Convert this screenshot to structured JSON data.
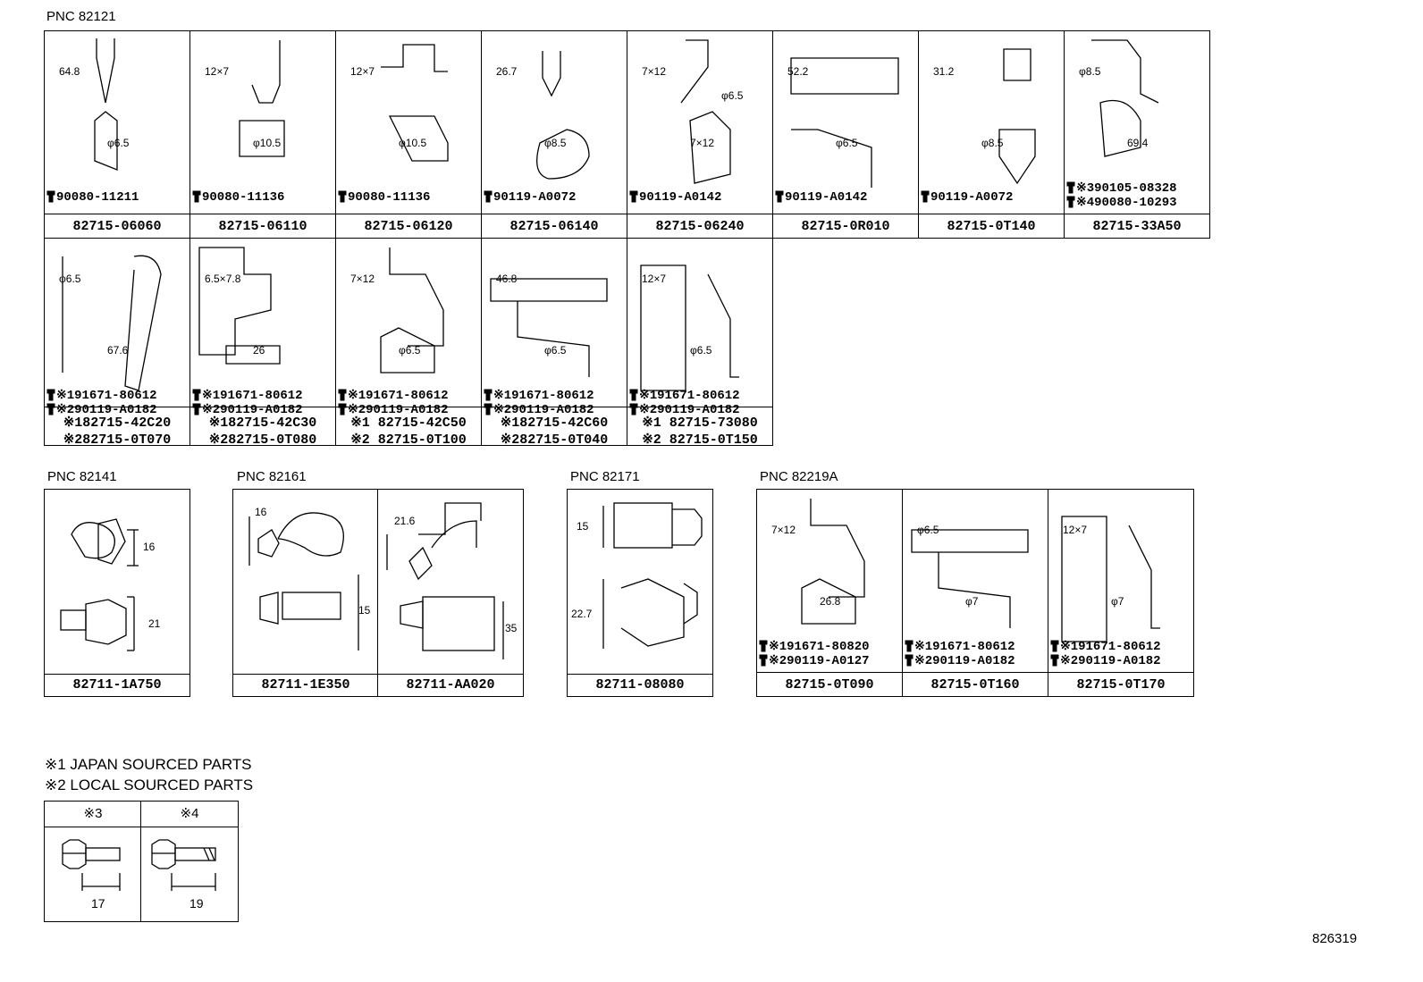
{
  "groups": {
    "pnc_82121": {
      "label": "PNC 82121",
      "row1": [
        {
          "part": "82715-06060",
          "bolt": "90080-11211",
          "dims": [
            "64.8",
            "φ6.5"
          ]
        },
        {
          "part": "82715-06110",
          "bolt": "90080-11136",
          "dims": [
            "12×7",
            "φ10.5"
          ]
        },
        {
          "part": "82715-06120",
          "bolt": "90080-11136",
          "dims": [
            "12×7",
            "φ10.5"
          ]
        },
        {
          "part": "82715-06140",
          "bolt": "90119-A0072",
          "dims": [
            "26.7",
            "φ8.5"
          ]
        },
        {
          "part": "82715-06240",
          "bolt": "90119-A0142",
          "dims": [
            "7×12",
            "7×12",
            "φ6.5"
          ]
        },
        {
          "part": "82715-0R010",
          "bolt": "90119-A0142",
          "dims": [
            "52.2",
            "φ6.5"
          ]
        },
        {
          "part": "82715-0T140",
          "bolt": "90119-A0072",
          "dims": [
            "31.2",
            "φ8.5"
          ]
        },
        {
          "part": "82715-33A50",
          "bolt": "※390105-08328",
          "bolt2": "※490080-10293",
          "dims": [
            "φ8.5",
            "69.4"
          ]
        }
      ],
      "row2": [
        {
          "part": "※182715-42C20",
          "part2": "※282715-0T070",
          "bolt": "※191671-80612",
          "bolt2": "※290119-A0182",
          "dims": [
            "φ6.5",
            "67.6"
          ]
        },
        {
          "part": "※182715-42C30",
          "part2": "※282715-0T080",
          "bolt": "※191671-80612",
          "bolt2": "※290119-A0182",
          "dims": [
            "6.5×7.8",
            "26"
          ]
        },
        {
          "part": "※1 82715-42C50",
          "part2": "※2 82715-0T100",
          "bolt": "※191671-80612",
          "bolt2": "※290119-A0182",
          "dims": [
            "7×12",
            "φ6.5"
          ]
        },
        {
          "part": "※182715-42C60",
          "part2": "※282715-0T040",
          "bolt": "※191671-80612",
          "bolt2": "※290119-A0182",
          "dims": [
            "46.8",
            "φ6.5"
          ]
        },
        {
          "part": "※1 82715-73080",
          "part2": "※2 82715-0T150",
          "bolt": "※191671-80612",
          "bolt2": "※290119-A0182",
          "dims": [
            "12×7",
            "φ6.5"
          ]
        }
      ]
    },
    "pnc_82141": {
      "label": "PNC 82141",
      "parts": [
        {
          "part": "82711-1A750",
          "dims": [
            "16",
            "21"
          ]
        }
      ]
    },
    "pnc_82161": {
      "label": "PNC 82161",
      "parts": [
        {
          "part": "82711-1E350",
          "dims": [
            "16",
            "15"
          ]
        },
        {
          "part": "82711-AA020",
          "dims": [
            "21.6",
            "35"
          ]
        }
      ]
    },
    "pnc_82171": {
      "label": "PNC 82171",
      "parts": [
        {
          "part": "82711-08080",
          "dims": [
            "15",
            "22.7"
          ]
        }
      ]
    },
    "pnc_82219a": {
      "label": "PNC 82219A",
      "parts": [
        {
          "part": "82715-0T090",
          "bolt": "※191671-80820",
          "bolt2": "※290119-A0127",
          "dims": [
            "7×12",
            "26.8"
          ]
        },
        {
          "part": "82715-0T160",
          "bolt": "※191671-80612",
          "bolt2": "※290119-A0182",
          "dims": [
            "φ6.5",
            "φ7"
          ]
        },
        {
          "part": "82715-0T170",
          "bolt": "※191671-80612",
          "bolt2": "※290119-A0182",
          "dims": [
            "12×7",
            "φ7"
          ]
        }
      ]
    }
  },
  "notes": {
    "n1": "※1 JAPAN SOURCED PARTS",
    "n2": "※2 LOCAL SOURCED PARTS"
  },
  "legend": {
    "col3": "※3",
    "col4": "※4",
    "len3": "17",
    "len4": "19"
  },
  "ref": "826319"
}
